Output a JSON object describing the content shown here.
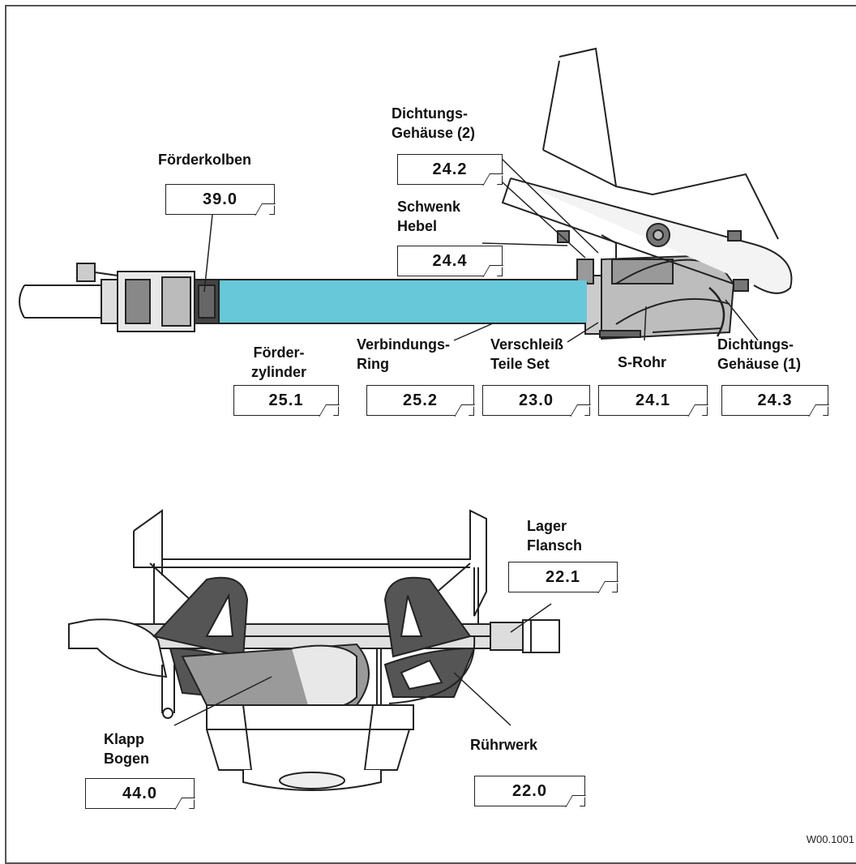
{
  "callouts": [
    {
      "id": "foerderkolben",
      "label": "Förderkolben",
      "ref": "39.0"
    },
    {
      "id": "dichtungsgehaeuse-2",
      "label": "Dichtungs-\nGehäuse (2)",
      "ref": "24.2"
    },
    {
      "id": "schwenkhebel",
      "label": "Schwenk\nHebel",
      "ref": "24.4"
    },
    {
      "id": "foerderzylinder",
      "label": "Förder-\nzylinder",
      "ref": "25.1"
    },
    {
      "id": "verbindungsring",
      "label": "Verbindungs-\nRing",
      "ref": "25.2"
    },
    {
      "id": "verschleissteile",
      "label": "Verschleiß\nTeile Set",
      "ref": "23.0"
    },
    {
      "id": "s-rohr",
      "label": "S-Rohr",
      "ref": "24.1"
    },
    {
      "id": "dichtungsgehaeuse-1",
      "label": "Dichtungs-\nGehäuse (1)",
      "ref": "24.3"
    },
    {
      "id": "lagerflansch",
      "label": "Lager\nFlansch",
      "ref": "22.1"
    },
    {
      "id": "klappbogen",
      "label": "Klapp\nBogen",
      "ref": "44.0"
    },
    {
      "id": "ruehrwerk",
      "label": "Rührwerk",
      "ref": "22.0"
    }
  ],
  "drawing_code": "W00.1001",
  "colors": {
    "cylinder": "#66c8d8",
    "part_dark": "#4a4a4a",
    "part_mid": "#9a9a9a",
    "line": "#222222"
  }
}
